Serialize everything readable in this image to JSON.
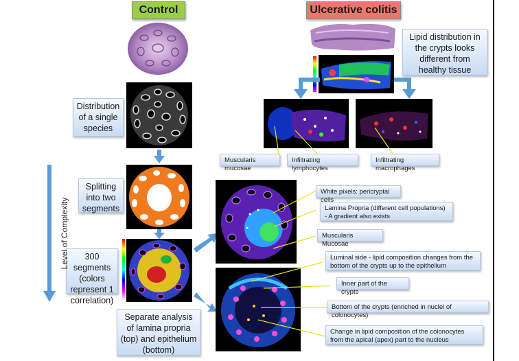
{
  "headers": {
    "control": "Control",
    "uc": "Ulcerative colitis"
  },
  "colors": {
    "control_header": "#9acd4a",
    "uc_header": "#e8786e",
    "label_bg": "#d4e3f7",
    "arrow": "#5b9bd5"
  },
  "left_labels": {
    "distribution": "Distribution of a single species",
    "splitting": "Splitting into two segments",
    "segments": "300 segments (colors represent 1 correlation)",
    "separate": "Separate analysis of lamina propria (top) and epithelium (bottom)"
  },
  "side_axis": "Level of Complexity",
  "uc_labels": {
    "lipid": "Lipid distribution in the crypts looks different from healthy tissue",
    "muscularis": "Muscularis mucosae",
    "lymphocytes": "Infiltrating lymphocytes",
    "macrophages": "Infiltrating macrophages"
  },
  "annotations": {
    "white_pixels": "White pixels: pericryptal cells",
    "lamina": "Lamina Propria (different cell populations) - A gradient also exists",
    "muscularis2": "Muscularis Mucosae",
    "luminal": "Luminal side - lipid composition changes from the bottom of the crypts up to the epithelium",
    "inner": "Inner part of the crypts",
    "bottom": "Bottom of the crypts (enriched in nuclei of colonocytes)",
    "change": "Change in lipid composition of the colonocytes from the apical (apex) part to the nucleus"
  }
}
